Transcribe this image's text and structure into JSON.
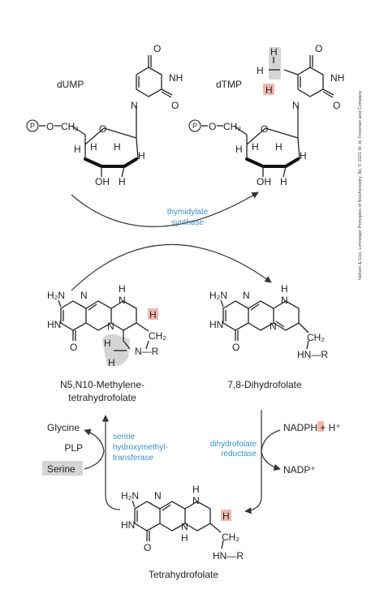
{
  "credit": "Nelson & Cox, Lehninger Principles of Biochemistry, 8e, © 2021 W. H. Freeman and Company",
  "molecules": {
    "dump": "dUMP",
    "dtmp": "dTMP",
    "methylene_thf_line1": "N5,N10-Methylene-",
    "methylene_thf_line2": "tetrahydrofolate",
    "dihydrofolate": "7,8-Dihydrofolate",
    "thf": "Tetrahydrofolate"
  },
  "enzymes": {
    "ts_line1": "thymidylate",
    "ts_line2": "synthase",
    "dhfr_line1": "dihydrofolate",
    "dhfr_line2": "reductase",
    "shmt_line1": "serine",
    "shmt_line2": "hydroxymethyl-",
    "shmt_line3": "transferase"
  },
  "side_reactants": {
    "glycine": "Glycine",
    "plp": "PLP",
    "serine": "Serine",
    "nadph": "NADPH + H⁺",
    "nadp": "NADP⁺"
  },
  "atoms": {
    "P": "P",
    "O": "O",
    "NH": "NH",
    "N": "N",
    "H": "H",
    "HN": "HN",
    "OH": "OH",
    "CH2": "CH₂",
    "H2N": "H₂N",
    "NR": "N—R",
    "HNR": "HN—R"
  },
  "colors": {
    "enzyme_text": "#3a8fc8",
    "highlight_red": "#f3b7ae",
    "highlight_gray": "#d4d4d4",
    "text": "#222222"
  }
}
